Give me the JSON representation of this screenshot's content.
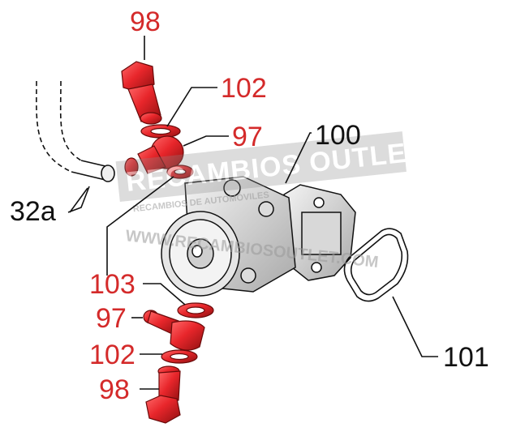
{
  "colors": {
    "highlight": "#e8262b",
    "highlight_dark": "#8e1010",
    "label_red": "#d42a2a",
    "ink": "#111111",
    "watermark": "#9a9a9a"
  },
  "callouts": {
    "top_bolt": "98",
    "top_washer": "102",
    "top_elbow": "97",
    "hose_end": "103",
    "pump": "100",
    "gasket": "101",
    "hose": "32a",
    "bottom_washer_seal": "103",
    "bottom_elbow": "97",
    "bottom_washer": "102",
    "bottom_bolt": "98"
  },
  "watermark": {
    "line1": "RECAMBIOS OUTLET",
    "line2": "RECAMBIOS DE AUTOMÓVILES",
    "line3": "WWW.RECAMBIOSOUTLET.COM"
  }
}
